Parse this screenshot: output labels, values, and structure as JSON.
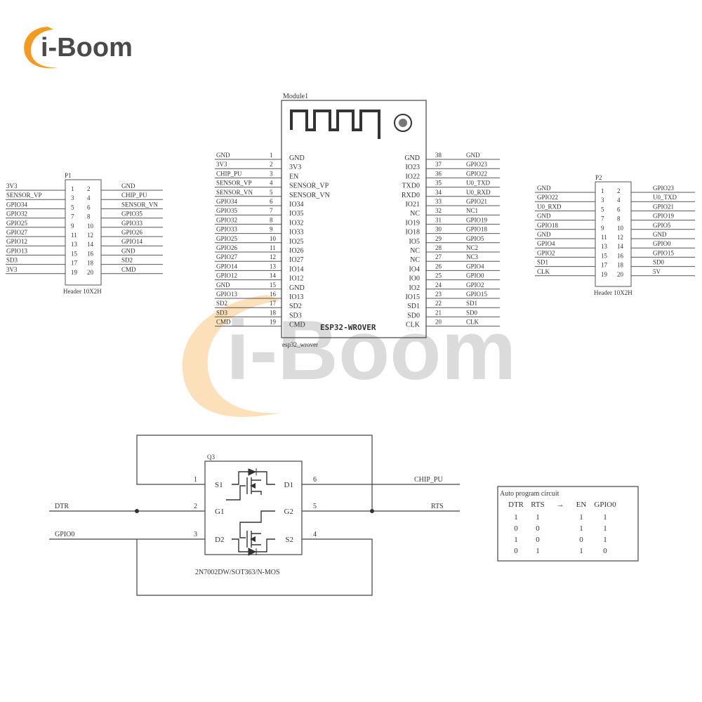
{
  "logo": {
    "text": "i-Boom",
    "color_orange": "#f39a1f",
    "color_gray": "#4a4a4a"
  },
  "watermark": {
    "text": "i-Boom"
  },
  "module": {
    "ref": "Module1",
    "part": "ESP32-WROVER",
    "footer": "esp32_wrover",
    "left_pins": [
      {
        "net": "GND",
        "num": "1",
        "name": "GND"
      },
      {
        "net": "3V3",
        "num": "2",
        "name": "3V3"
      },
      {
        "net": "CHIP_PU",
        "num": "3",
        "name": "EN"
      },
      {
        "net": "SENSOR_VP",
        "num": "4",
        "name": "SENSOR_VP"
      },
      {
        "net": "SENSOR_VN",
        "num": "5",
        "name": "SENSOR_VN"
      },
      {
        "net": "GPIO34",
        "num": "6",
        "name": "IO34"
      },
      {
        "net": "GPIO35",
        "num": "7",
        "name": "IO35"
      },
      {
        "net": "GPIO32",
        "num": "8",
        "name": "IO32"
      },
      {
        "net": "GPIO33",
        "num": "9",
        "name": "IO33"
      },
      {
        "net": "GPIO25",
        "num": "10",
        "name": "IO25"
      },
      {
        "net": "GPIO26",
        "num": "11",
        "name": "IO26"
      },
      {
        "net": "GPIO27",
        "num": "12",
        "name": "IO27"
      },
      {
        "net": "GPIO14",
        "num": "13",
        "name": "IO14"
      },
      {
        "net": "GPIO12",
        "num": "14",
        "name": "IO12"
      },
      {
        "net": "GND",
        "num": "15",
        "name": "GND"
      },
      {
        "net": "GPIO13",
        "num": "16",
        "name": "IO13"
      },
      {
        "net": "SD2",
        "num": "17",
        "name": "SD2"
      },
      {
        "net": "SD3",
        "num": "18",
        "name": "SD3"
      },
      {
        "net": "CMD",
        "num": "19",
        "name": "CMD"
      }
    ],
    "right_pins": [
      {
        "name": "GND",
        "num": "38",
        "net": "GND"
      },
      {
        "name": "IO23",
        "num": "37",
        "net": "GPIO23"
      },
      {
        "name": "IO22",
        "num": "36",
        "net": "GPIO22"
      },
      {
        "name": "TXD0",
        "num": "35",
        "net": "U0_TXD"
      },
      {
        "name": "RXD0",
        "num": "34",
        "net": "U0_RXD"
      },
      {
        "name": "IO21",
        "num": "33",
        "net": "GPIO21"
      },
      {
        "name": "NC",
        "num": "32",
        "net": "NC1"
      },
      {
        "name": "IO19",
        "num": "31",
        "net": "GPIO19"
      },
      {
        "name": "IO18",
        "num": "30",
        "net": "GPIO18"
      },
      {
        "name": "IO5",
        "num": "29",
        "net": "GPIO5"
      },
      {
        "name": "NC",
        "num": "28",
        "net": "NC2"
      },
      {
        "name": "NC",
        "num": "27",
        "net": "NC3"
      },
      {
        "name": "IO4",
        "num": "26",
        "net": "GPIO4"
      },
      {
        "name": "IO0",
        "num": "25",
        "net": "GPIO0"
      },
      {
        "name": "IO2",
        "num": "24",
        "net": "GPIO2"
      },
      {
        "name": "IO15",
        "num": "23",
        "net": "GPIO15"
      },
      {
        "name": "SD1",
        "num": "22",
        "net": "SD1"
      },
      {
        "name": "SD0",
        "num": "21",
        "net": "SD0"
      },
      {
        "name": "CLK",
        "num": "20",
        "net": "CLK"
      }
    ]
  },
  "header_p1": {
    "ref": "P1",
    "footer": "Header 10X2H",
    "rows": [
      {
        "left_net": "3V3",
        "a": "1",
        "b": "2",
        "right_net": "GND"
      },
      {
        "left_net": "SENSOR_VP",
        "a": "3",
        "b": "4",
        "right_net": "CHIP_PU"
      },
      {
        "left_net": "GPIO34",
        "a": "5",
        "b": "6",
        "right_net": "SENSOR_VN"
      },
      {
        "left_net": "GPIO32",
        "a": "7",
        "b": "8",
        "right_net": "GPIO35"
      },
      {
        "left_net": "GPIO25",
        "a": "9",
        "b": "10",
        "right_net": "GPIO33"
      },
      {
        "left_net": "GPIO27",
        "a": "11",
        "b": "12",
        "right_net": "GPIO26"
      },
      {
        "left_net": "GPIO12",
        "a": "13",
        "b": "14",
        "right_net": "GPIO14"
      },
      {
        "left_net": "GPIO13",
        "a": "15",
        "b": "16",
        "right_net": "GND"
      },
      {
        "left_net": "SD3",
        "a": "17",
        "b": "18",
        "right_net": "SD2"
      },
      {
        "left_net": "3V3",
        "a": "19",
        "b": "20",
        "right_net": "CMD"
      }
    ]
  },
  "header_p2": {
    "ref": "P2",
    "footer": "Header 10X2H",
    "rows": [
      {
        "left_net": "GND",
        "a": "1",
        "b": "2",
        "right_net": "GPIO23"
      },
      {
        "left_net": "GPIO22",
        "a": "3",
        "b": "4",
        "right_net": "U0_TXD"
      },
      {
        "left_net": "U0_RXD",
        "a": "5",
        "b": "6",
        "right_net": "GPIO21"
      },
      {
        "left_net": "GND",
        "a": "7",
        "b": "8",
        "right_net": "GPIO19"
      },
      {
        "left_net": "GPIO18",
        "a": "9",
        "b": "10",
        "right_net": "GPIO5"
      },
      {
        "left_net": "GND",
        "a": "11",
        "b": "12",
        "right_net": "GND"
      },
      {
        "left_net": "GPIO4",
        "a": "13",
        "b": "14",
        "right_net": "GPIO0"
      },
      {
        "left_net": "GPIO2",
        "a": "15",
        "b": "16",
        "right_net": "GPIO15"
      },
      {
        "left_net": "SD1",
        "a": "17",
        "b": "18",
        "right_net": "SD0"
      },
      {
        "left_net": "CLK",
        "a": "19",
        "b": "20",
        "right_net": "5V"
      }
    ]
  },
  "mosfet": {
    "ref": "Q3",
    "part": "2N7002DW/SOT363/N-MOS",
    "left_pins": [
      {
        "num": "1",
        "name": "S1"
      },
      {
        "num": "2",
        "name": "G1"
      },
      {
        "num": "3",
        "name": "D2"
      }
    ],
    "right_pins": [
      {
        "num": "6",
        "name": "D1"
      },
      {
        "num": "5",
        "name": "G2"
      },
      {
        "num": "4",
        "name": "S2"
      }
    ],
    "nets": {
      "dtr": "DTR",
      "gpio0": "GPIO0",
      "chip_pu": "CHIP_PU",
      "rts": "RTS"
    }
  },
  "truth_table": {
    "title": "Auto program circuit",
    "headers": [
      "DTR",
      "RTS",
      "→",
      "EN",
      "GPIO0"
    ],
    "rows": [
      [
        "1",
        "1",
        "",
        "1",
        "1"
      ],
      [
        "0",
        "0",
        "",
        "1",
        "1"
      ],
      [
        "1",
        "0",
        "",
        "0",
        "1"
      ],
      [
        "0",
        "1",
        "",
        "1",
        "0"
      ]
    ]
  }
}
